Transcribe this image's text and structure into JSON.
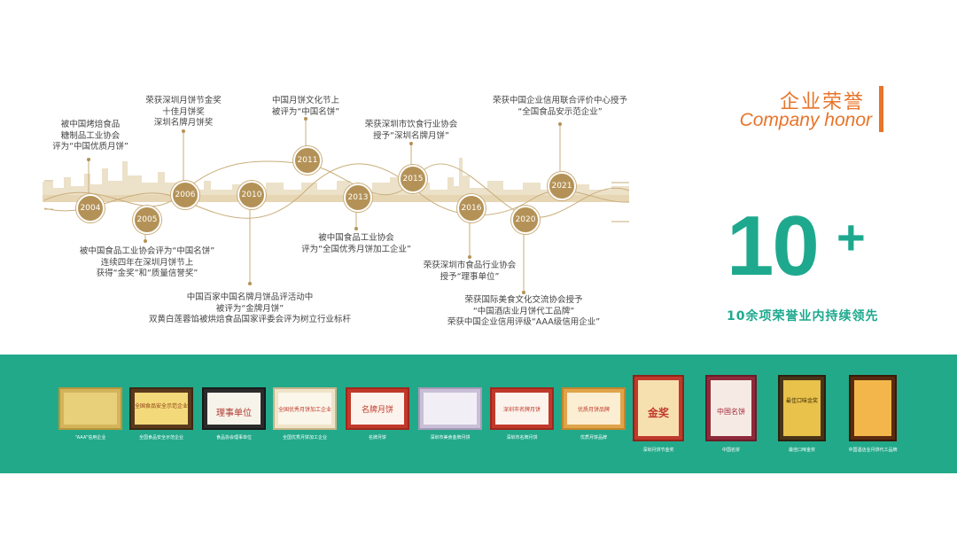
{
  "header": {
    "title_cn": "企业荣誉",
    "title_en": "Company honor"
  },
  "stat": {
    "number": "10",
    "plus": "+",
    "caption": "10余项荣誉业内持续领先"
  },
  "timeline": {
    "milestones": [
      {
        "year": "2004",
        "lines": [
          "被中国烤焙食品",
          "糖制品工业协会",
          "评为“中国优质月饼”"
        ]
      },
      {
        "year": "2005",
        "lines": [
          "被中国食品工业协会评为“中国名饼”",
          "连续四年在深圳月饼节上",
          "获得“金奖”和“质量信誉奖”"
        ]
      },
      {
        "year": "2006",
        "lines": [
          "荣获深圳月饼节金奖",
          "十佳月饼奖",
          "深圳名牌月饼奖"
        ]
      },
      {
        "year": "2010",
        "lines": [
          "中国百家中国名牌月饼品评活动中",
          "被评为“金牌月饼”",
          "双黄白莲蓉馅被烘焙食品国家评委会评为树立行业标杆"
        ]
      },
      {
        "year": "2011",
        "lines": [
          "中国月饼文化节上",
          "被评为“中国名饼”"
        ]
      },
      {
        "year": "2013",
        "lines": [
          "被中国食品工业协会",
          "评为“全国优秀月饼加工企业”"
        ]
      },
      {
        "year": "2015",
        "lines": [
          "荣获深圳市饮食行业协会",
          "授予“深圳名牌月饼”"
        ]
      },
      {
        "year": "2016",
        "lines": [
          "荣获深圳市食品行业协会",
          "授予“理事单位”"
        ]
      },
      {
        "year": "2020",
        "lines": [
          "荣获国际美食文化交流协会授予",
          "“中国酒店业月饼代工品牌”",
          "荣获中国企业信用评级“AAA级信用企业”"
        ]
      },
      {
        "year": "2021",
        "lines": [
          "荣获中国企业信用联合评价中心授予",
          "“全国食品安示范企业”"
        ]
      }
    ]
  },
  "certificates": [
    {
      "caption": "“AAA”信用企业",
      "text": "",
      "color": "#c9a64a"
    },
    {
      "caption": "全国食品安全示范企业",
      "text": "全国食品安全示范企业",
      "color": "#d8b24a"
    },
    {
      "caption": "食品协会理事单位",
      "text": "理事单位",
      "color": "#3a3a3a"
    },
    {
      "caption": "全国优秀月饼加工企业",
      "text": "全国优秀月饼加工企业",
      "color": "#c0392b"
    },
    {
      "caption": "名牌月饼",
      "text": "名牌月饼",
      "color": "#c0392b"
    },
    {
      "caption": "深圳市美食金牌月饼",
      "text": "",
      "color": "#b0a0c0"
    },
    {
      "caption": "深圳市名牌月饼",
      "text": "深圳市名牌月饼",
      "color": "#c0392b"
    },
    {
      "caption": "优质月饼品牌",
      "text": "优质月饼品牌",
      "color": "#d35400"
    },
    {
      "caption": "深圳月饼节金奖",
      "text": "金奖",
      "color": "#b03a2e"
    },
    {
      "caption": "中国名饼",
      "text": "中国名饼",
      "color": "#8e2a3a"
    },
    {
      "caption": "最佳口味金奖",
      "text": "最佳口味金奖",
      "color": "#d4a017"
    },
    {
      "caption": "中国酒店业月饼代工品牌",
      "text": "",
      "color": "#c0392b"
    }
  ],
  "colors": {
    "accent_orange": "#e8742a",
    "brand_green": "#1ea98e",
    "band_green": "#22a98a",
    "gold": "#b49257"
  }
}
